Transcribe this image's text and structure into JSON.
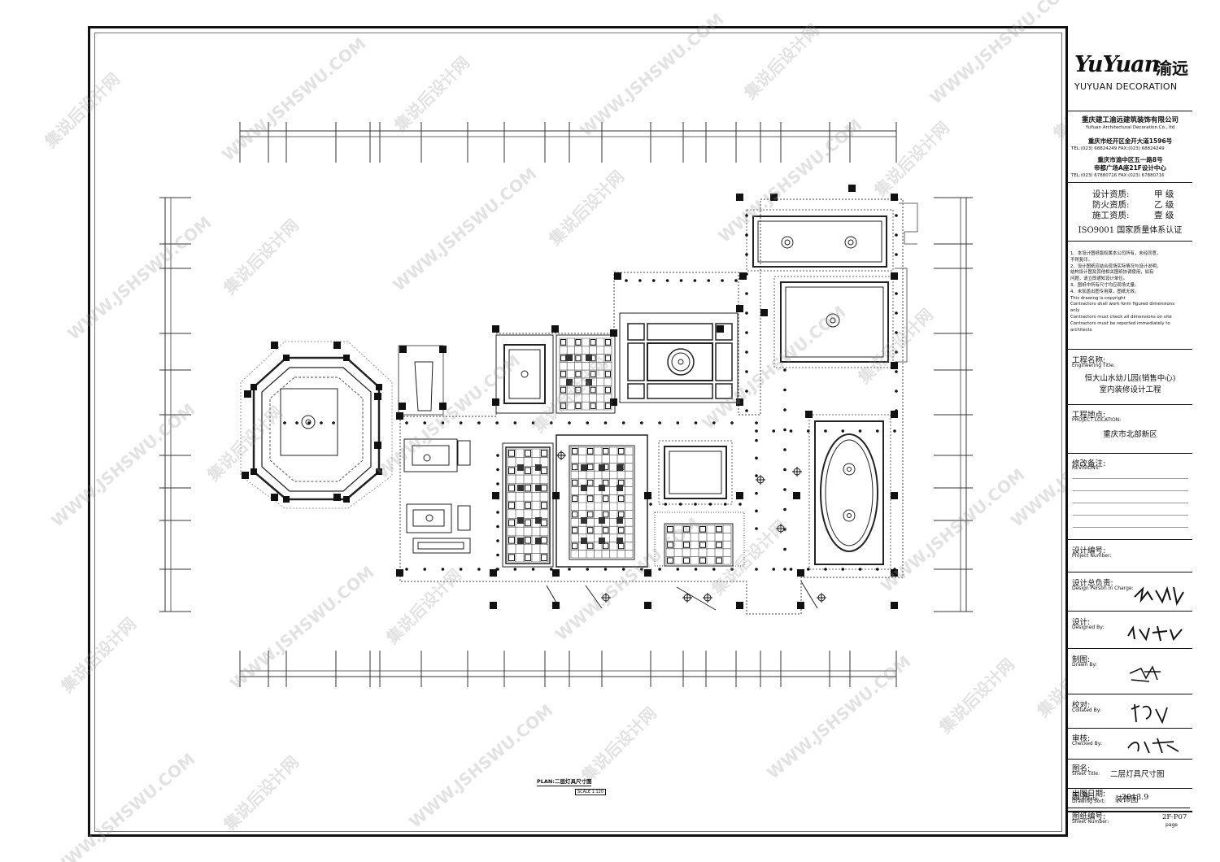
{
  "company": {
    "logo_mark": "YuYuan",
    "logo_cn": "渝远",
    "logo_en": "YUYUAN DECORATION",
    "name_cn": "重庆建工渝远建筑装饰有限公司",
    "name_en": "YuYuan Architectural Decoration Co., ltd",
    "address1": "重庆市经开区金开大道1596号",
    "tel1": "TEL:(023) 68824249   FAX:(023) 68824249",
    "address2_line1": "重庆市渝中区五一路8号",
    "address2_line2": "帝都广场A座21F设计中心",
    "tel2": "TEL:(023) 67880716   FAX:(023) 67880716"
  },
  "qualifications": [
    {
      "label": "设计资质:",
      "value": "甲  级"
    },
    {
      "label": "防火资质:",
      "value": "乙  级"
    },
    {
      "label": "施工资质:",
      "value": "壹  级"
    }
  ],
  "iso": "ISO9001 国家质量体系认证",
  "notes": [
    "1、本设计图纸版权属本公司所有，未经同意，",
    "    不得复印。",
    "2、设计图纸应结合现场实际情况与设计说明，",
    "    结构设计图及其他相关图纸协调使用，如有",
    "    问题，请立即通知设计单位。",
    "3、图纸中所有尺寸均应现场丈量。",
    "4、未加盖出图专用章，图纸无效。",
    "This drawing is copyright",
    "Contractors shall work form figured dimensions",
    "only",
    "Contractors must check all dimensions on site",
    "Contractors must be reported immediately to",
    "architects"
  ],
  "engineering": {
    "label_cn": "工程名称:",
    "label_en": "Engineering Title:",
    "value_line1": "恒大山水幼儿园(销售中心)",
    "value_line2": "室内装修设计工程"
  },
  "location": {
    "label_cn": "工程地点:",
    "label_en": "PROJECT LOCATION:",
    "value": "重庆市北部新区"
  },
  "revisions": {
    "label_cn": "修改备注:",
    "label_en": "REVISIONS:"
  },
  "project_number": {
    "label_cn": "设计编号:",
    "label_en": "Project Number:"
  },
  "design_person": {
    "label_cn": "设计总负责:",
    "label_en": "Design Person in Charge:"
  },
  "designed_by": {
    "label_cn": "设计:",
    "label_en": "Designed By:"
  },
  "drawn_by": {
    "label_cn": "制图:",
    "label_en": "Drawn By:"
  },
  "collated_by": {
    "label_cn": "校对:",
    "label_en": "Collated By:"
  },
  "checked_by": {
    "label_cn": "审核:",
    "label_en": "Checked By:"
  },
  "sheet_title": {
    "label_cn": "图名:",
    "label_en": "Sheet Title:",
    "value": "二层灯具尺寸图"
  },
  "drawing_sort": {
    "label_cn": "图  别:",
    "label_en": "Drawing Sort:",
    "value": "装饰图"
  },
  "issue_date": {
    "label_cn": "出图日期:",
    "label_en": "Issue Date:",
    "value": "2013.9"
  },
  "sheet_number": {
    "label_cn": "图纸编号:",
    "label_en": "Sheet Number:",
    "value": "2F-P07",
    "page": "page"
  },
  "plan": {
    "label": "PLAN:二层灯具尺寸图",
    "scale": "SCALE  1:120"
  },
  "watermarks": [
    "集说后设计网",
    "WWW.JSHSWU.COM"
  ]
}
